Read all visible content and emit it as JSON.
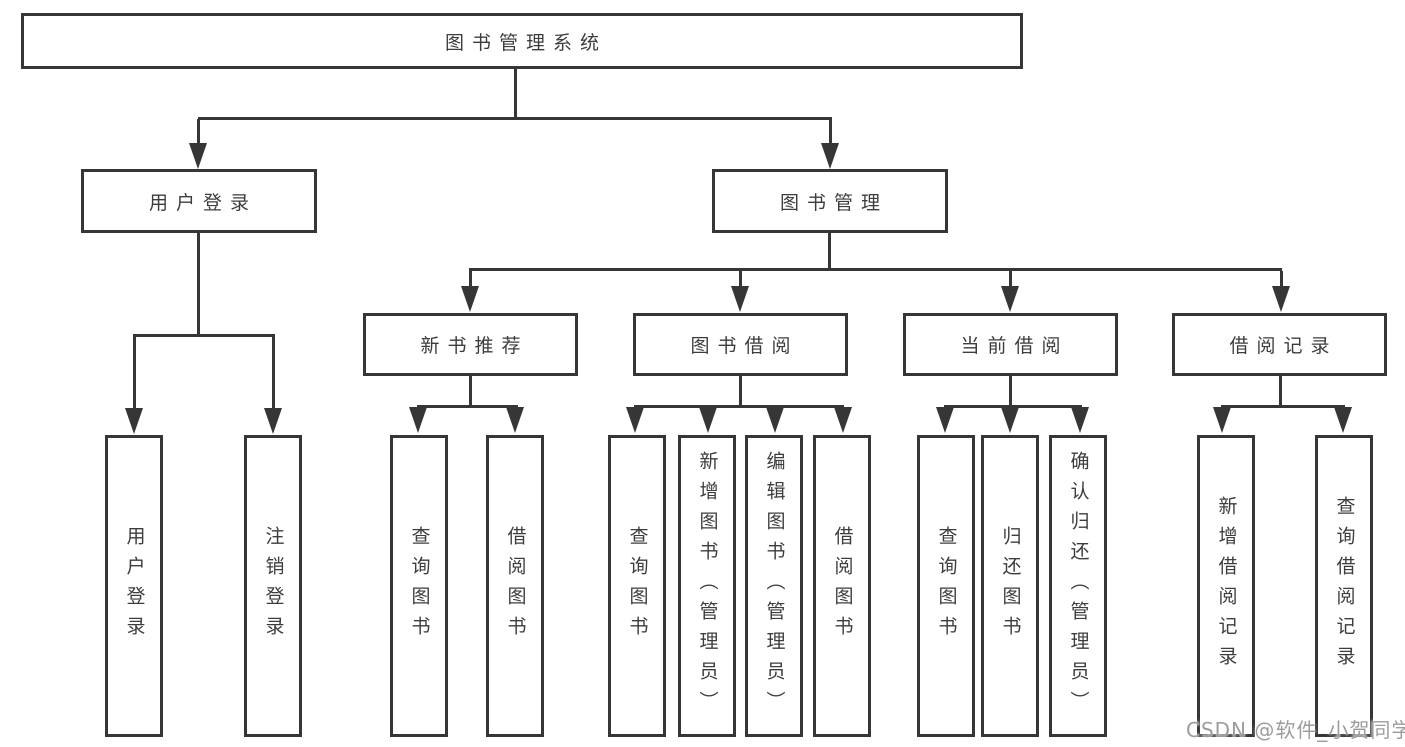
{
  "watermark": "CSDN @软件_小贺同学",
  "tree": {
    "root": "图书管理系统",
    "children": [
      {
        "label": "用户登录",
        "children": [
          "用户登录",
          "注销登录"
        ]
      },
      {
        "label": "图书管理",
        "children": [
          {
            "label": "新书推荐",
            "children": [
              "查询图书",
              "借阅图书"
            ]
          },
          {
            "label": "图书借阅",
            "children": [
              "查询图书",
              "新增图书（管理员）",
              "编辑图书（管理员）",
              "借阅图书"
            ]
          },
          {
            "label": "当前借阅",
            "children": [
              "查询图书",
              "归还图书",
              "确认归还（管理员）"
            ]
          },
          {
            "label": "借阅记录",
            "children": [
              "新增借阅记录",
              "查询借阅记录"
            ]
          }
        ]
      }
    ]
  }
}
